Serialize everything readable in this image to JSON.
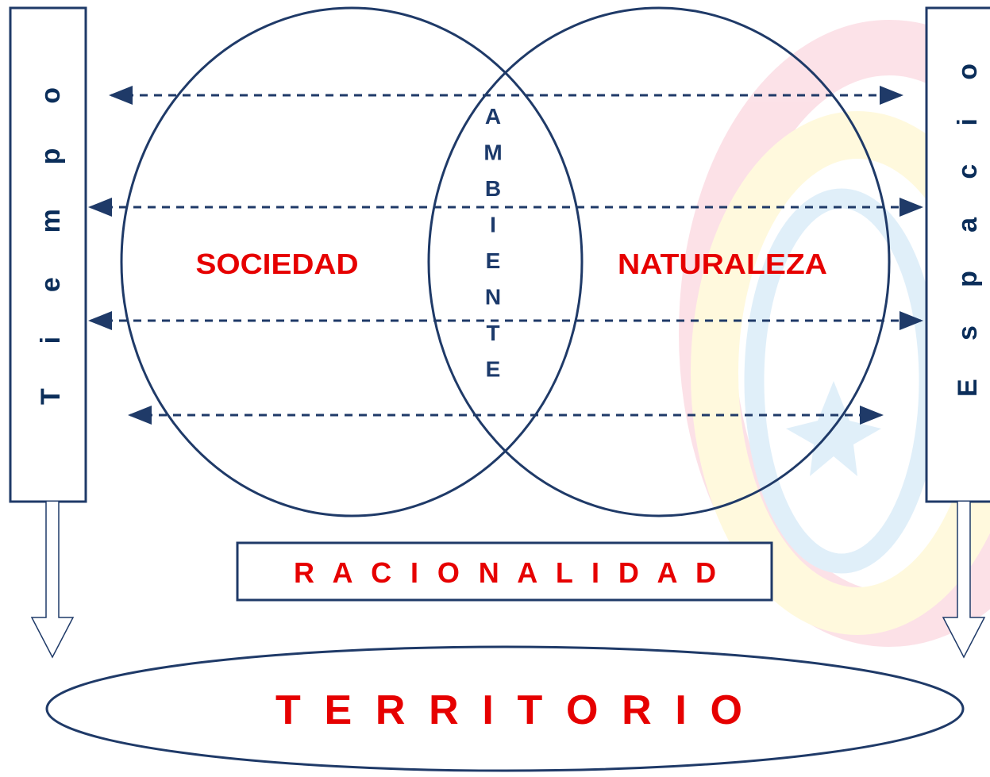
{
  "diagram": {
    "left_bar_label": "T i e m p o",
    "right_bar_label": "E s p a c i o",
    "left_circle_label": "SOCIEDAD",
    "right_circle_label": "NATURALEZA",
    "intersection_label": "AMBIENTE",
    "rationality_label": "R A C I O N A L I D A D",
    "territory_label": "T E R R I T O R I O"
  },
  "colors": {
    "stroke": "#1f3a68",
    "emphasis_text": "#e60000",
    "background": "#ffffff"
  }
}
